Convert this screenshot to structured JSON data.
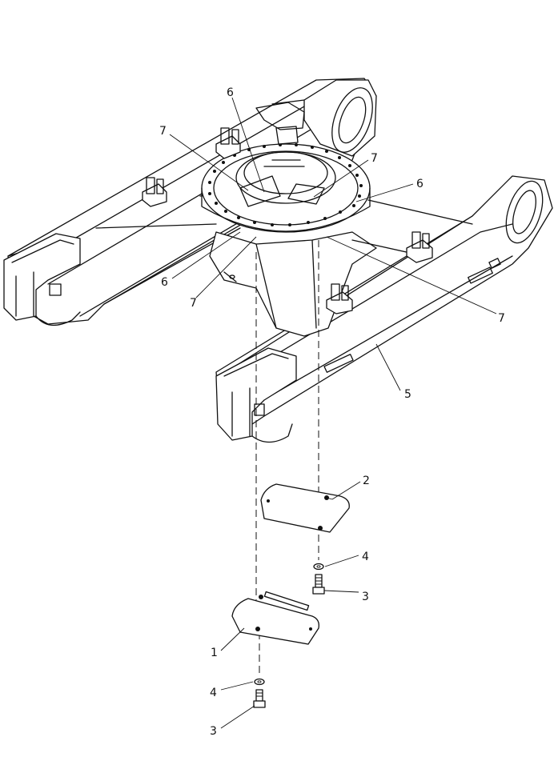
{
  "callouts": {
    "c1": "1",
    "c2": "2",
    "c3a": "3",
    "c3b": "3",
    "c4a": "4",
    "c4b": "4",
    "c5": "5",
    "c6a": "6",
    "c6b": "6",
    "c6c": "6",
    "c7a": "7",
    "c7b": "7",
    "c7c": "7",
    "c7d": "7"
  }
}
